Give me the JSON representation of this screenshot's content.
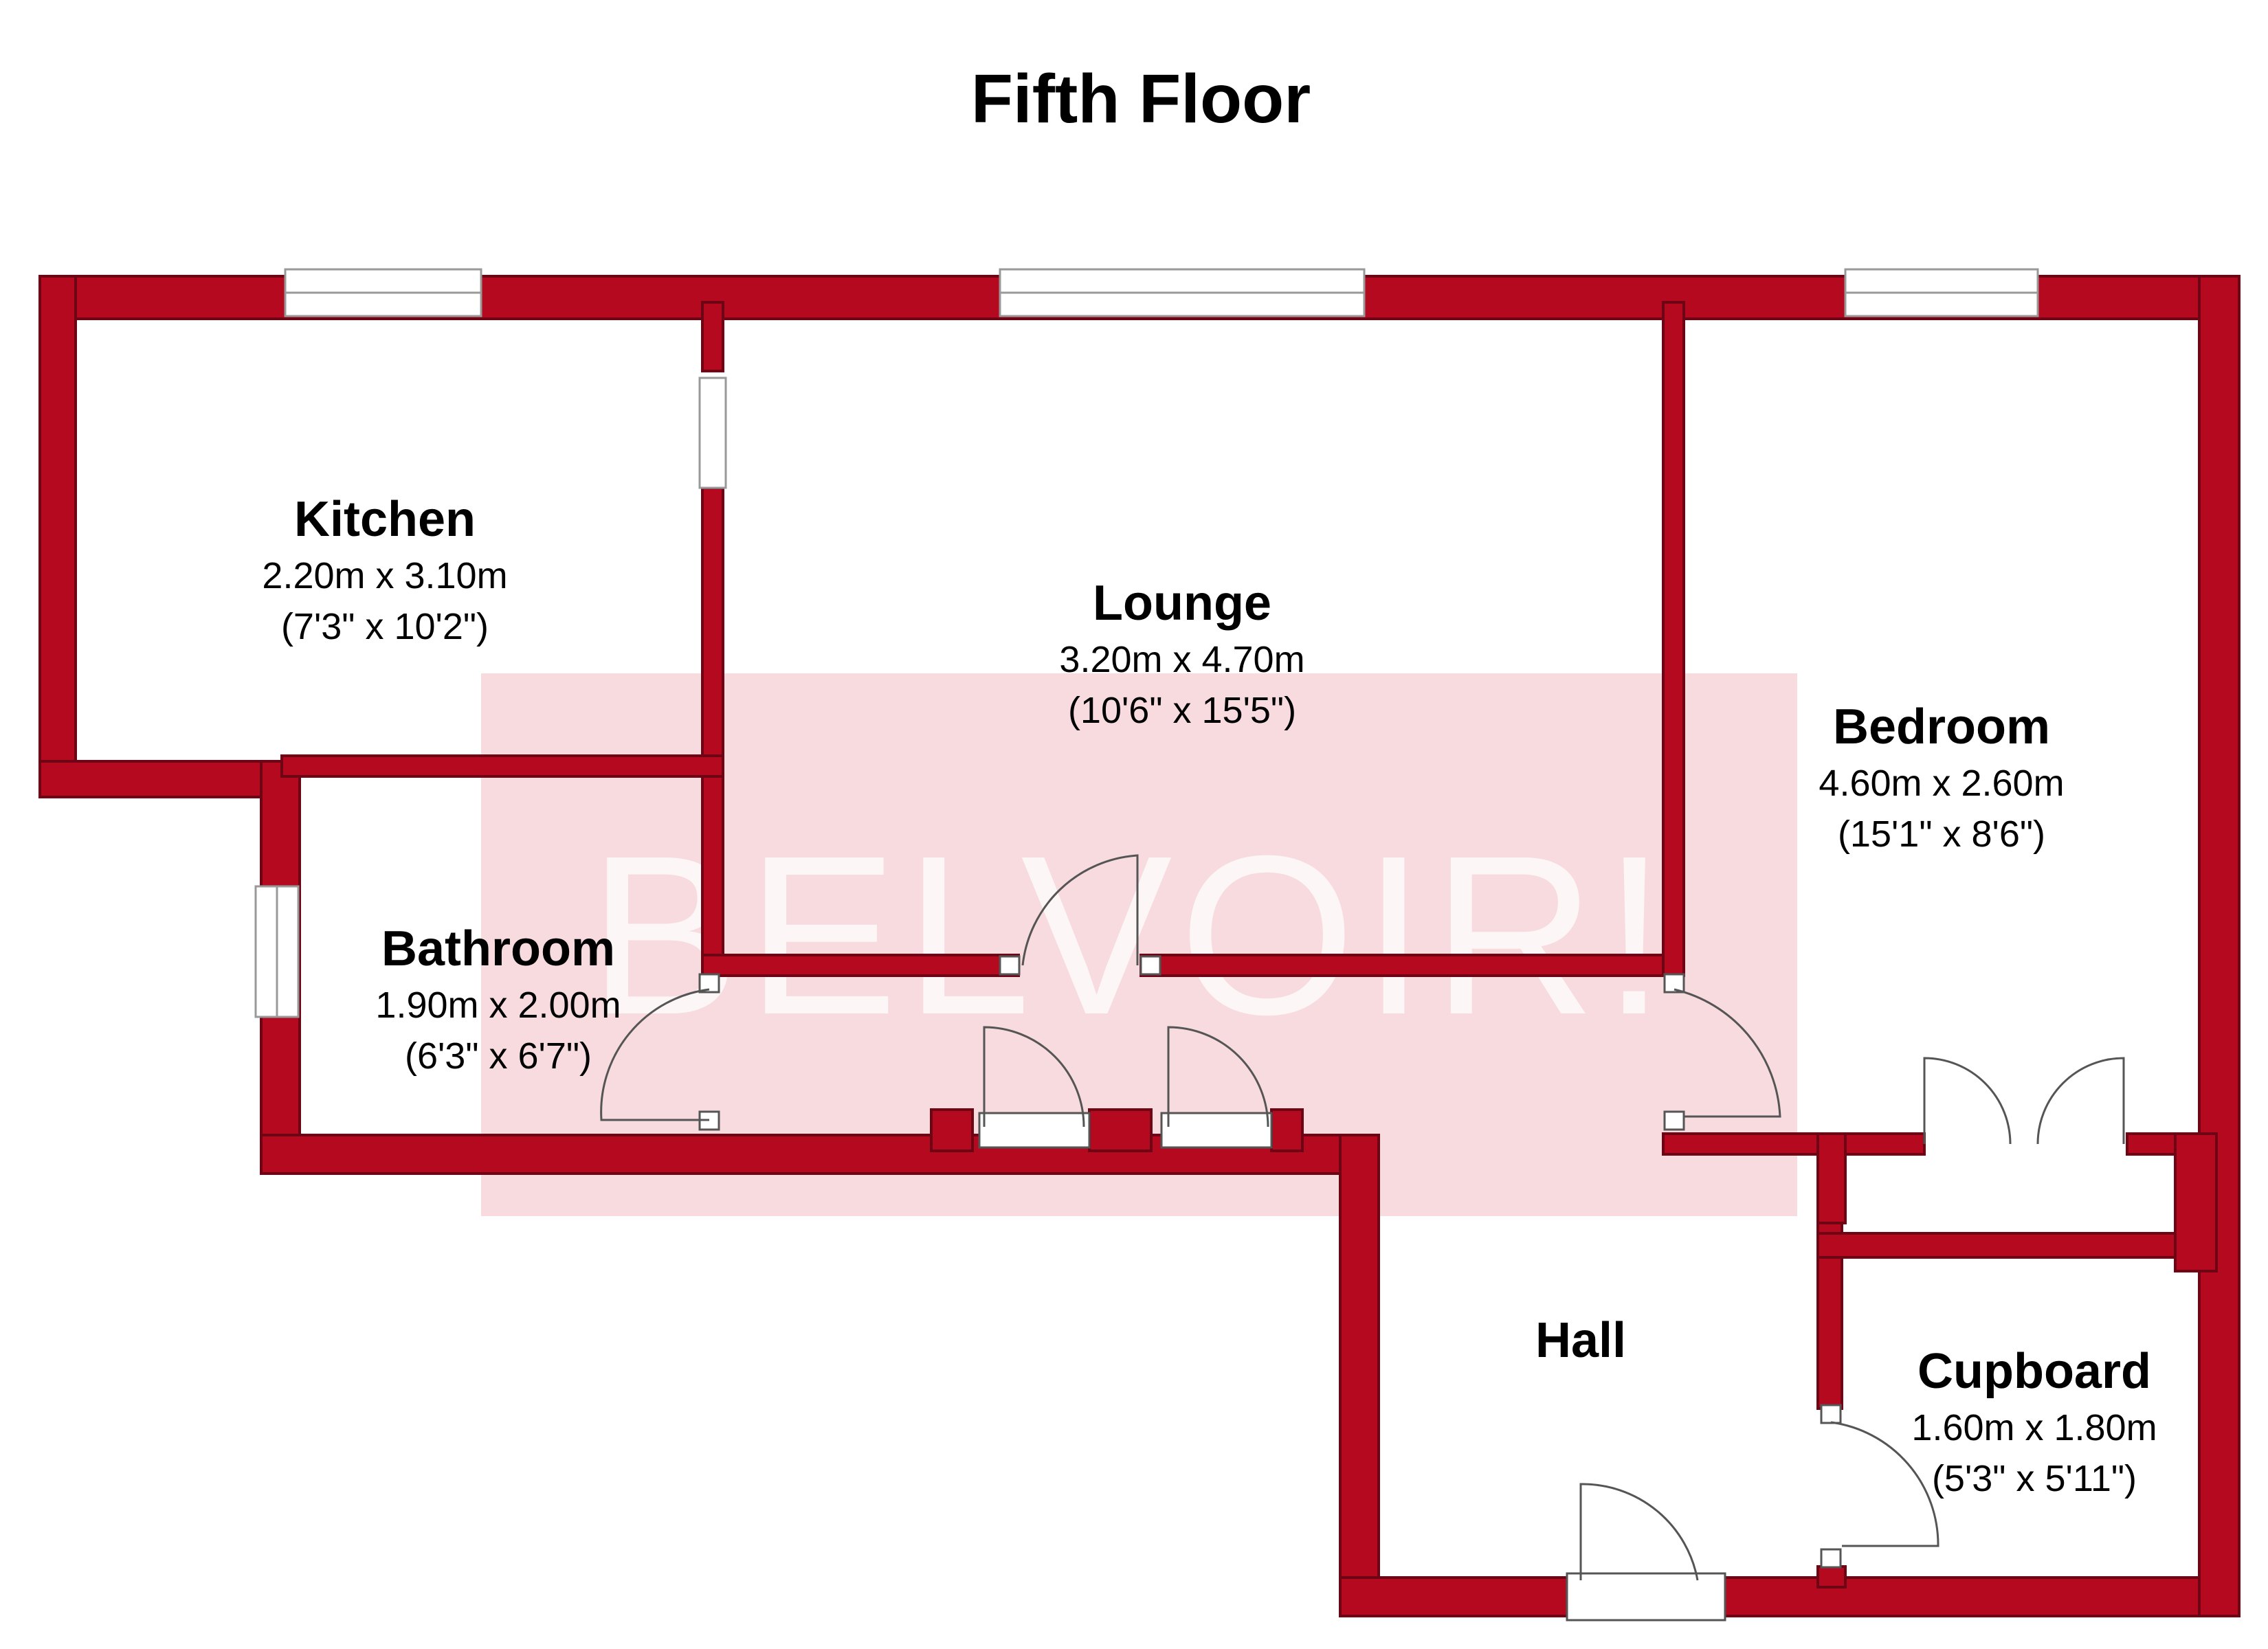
{
  "title": "Fifth Floor",
  "watermark": "BELVOIR!",
  "colors": {
    "wall": "#b5091f",
    "wall_shadow": "#6e0514",
    "watermark_block": "#f4c3ca",
    "watermark_text": "#ffffff",
    "door_line": "#555555"
  },
  "rooms": {
    "kitchen": {
      "name": "Kitchen",
      "metric": "2.20m x 3.10m",
      "imperial": "(7'3\" x 10'2\")"
    },
    "lounge": {
      "name": "Lounge",
      "metric": "3.20m x 4.70m",
      "imperial": "(10'6\" x 15'5\")"
    },
    "bedroom": {
      "name": "Bedroom",
      "metric": "4.60m x 2.60m",
      "imperial": "(15'1\" x 8'6\")"
    },
    "bathroom": {
      "name": "Bathroom",
      "metric": "1.90m x 2.00m",
      "imperial": "(6'3\" x 6'7\")"
    },
    "hall": {
      "name": "Hall"
    },
    "cupboard": {
      "name": "Cupboard",
      "metric": "1.60m x 1.80m",
      "imperial": "(5'3\" x 5'11\")"
    }
  }
}
